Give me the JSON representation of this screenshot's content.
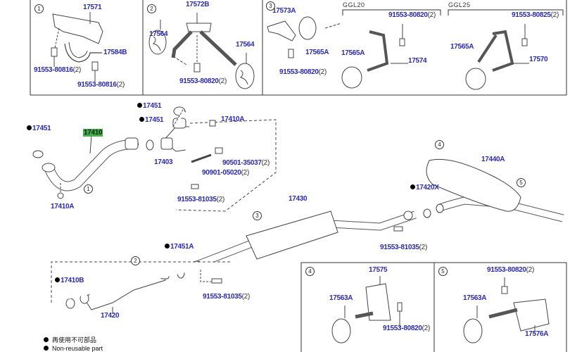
{
  "accent_color": "#2a2ab0",
  "highlight_color": "#3fb24a",
  "groups": {
    "ggl20": "GGL20",
    "ggl25": "GGL25"
  },
  "callouts": [
    "1",
    "2",
    "3",
    "4",
    "5"
  ],
  "labels": [
    {
      "part": "17571",
      "qty": ""
    },
    {
      "part": "17584B",
      "qty": ""
    },
    {
      "part": "91553-80816",
      "qty": "(2)"
    },
    {
      "part": "91553-80816",
      "qty": "(2)"
    },
    {
      "part": "17564",
      "qty": ""
    },
    {
      "part": "17572B",
      "qty": ""
    },
    {
      "part": "17564",
      "qty": ""
    },
    {
      "part": "91553-80820",
      "qty": "(2)"
    },
    {
      "part": "17573A",
      "qty": ""
    },
    {
      "part": "17565A",
      "qty": ""
    },
    {
      "part": "91553-80820",
      "qty": "(2)"
    },
    {
      "part": "91553-80820",
      "qty": "(2)"
    },
    {
      "part": "17565A",
      "qty": ""
    },
    {
      "part": "17574",
      "qty": ""
    },
    {
      "part": "91553-80825",
      "qty": "(2)"
    },
    {
      "part": "17565A",
      "qty": ""
    },
    {
      "part": "17570",
      "qty": ""
    },
    {
      "part": "17451",
      "qty": "",
      "non_reusable": true
    },
    {
      "part": "17451",
      "qty": "",
      "non_reusable": true
    },
    {
      "part": "17410A",
      "qty": ""
    },
    {
      "part": "17451",
      "qty": "",
      "non_reusable": true
    },
    {
      "part": "17410",
      "qty": "",
      "highlighted": true
    },
    {
      "part": "17403",
      "qty": ""
    },
    {
      "part": "90501-35037",
      "qty": "(2)"
    },
    {
      "part": "90901-05020",
      "qty": "(2)"
    },
    {
      "part": "91553-81035",
      "qty": "(2)"
    },
    {
      "part": "17410A",
      "qty": ""
    },
    {
      "part": "17430",
      "qty": ""
    },
    {
      "part": "17420X",
      "qty": "",
      "non_reusable": true
    },
    {
      "part": "17440A",
      "qty": ""
    },
    {
      "part": "91553-81035",
      "qty": "(2)"
    },
    {
      "part": "17451A",
      "qty": "",
      "non_reusable": true
    },
    {
      "part": "17410B",
      "qty": "",
      "non_reusable": true
    },
    {
      "part": "91553-81035",
      "qty": "(2)"
    },
    {
      "part": "17420",
      "qty": ""
    },
    {
      "part": "17575",
      "qty": ""
    },
    {
      "part": "17563A",
      "qty": ""
    },
    {
      "part": "91553-80820",
      "qty": "(2)"
    },
    {
      "part": "91553-80820",
      "qty": "(2)"
    },
    {
      "part": "17563A",
      "qty": ""
    },
    {
      "part": "17576A",
      "qty": ""
    }
  ],
  "legend": {
    "jp": "再使用不可部品",
    "en": "Non-reusable part"
  }
}
